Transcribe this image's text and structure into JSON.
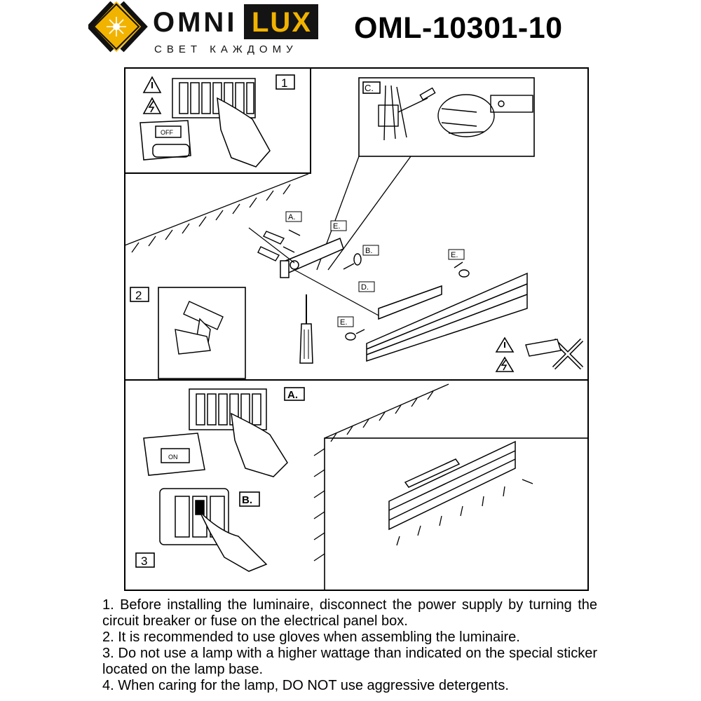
{
  "brand": {
    "name_left": "OMNI",
    "name_right": "LUX",
    "slogan": "СВЕТ КАЖДОМУ",
    "colors": {
      "accent": "#f2b300",
      "dark": "#141414"
    }
  },
  "model": "OML-10301-10",
  "panels": {
    "step1": {
      "number": "1",
      "switch_state": "OFF"
    },
    "step2": {
      "number": "2"
    },
    "step3": {
      "number": "3",
      "switch_state": "ON"
    },
    "detail_c": "C.",
    "callouts": {
      "a": "A.",
      "b": "B.",
      "d": "D.",
      "e": "E."
    },
    "step3_a": "A.",
    "step3_b": "B."
  },
  "notes": [
    "1. Before installing the luminaire, disconnect the power supply by turning the circuit breaker or fuse on the electrical panel box.",
    "2. It is recommended to use gloves when assembling the luminaire.",
    "3. Do not use a lamp with a higher wattage than indicated on the special sticker located on the lamp base.",
    "4. When caring for the lamp, DO NOT use aggressive detergents."
  ],
  "icons": [
    "warning-icon",
    "electric-shock-icon",
    "drill-icon",
    "no-drill-cross-icon",
    "screwdriver-icon",
    "hand-icon",
    "breaker-panel-icon",
    "wall-switch-icon"
  ]
}
